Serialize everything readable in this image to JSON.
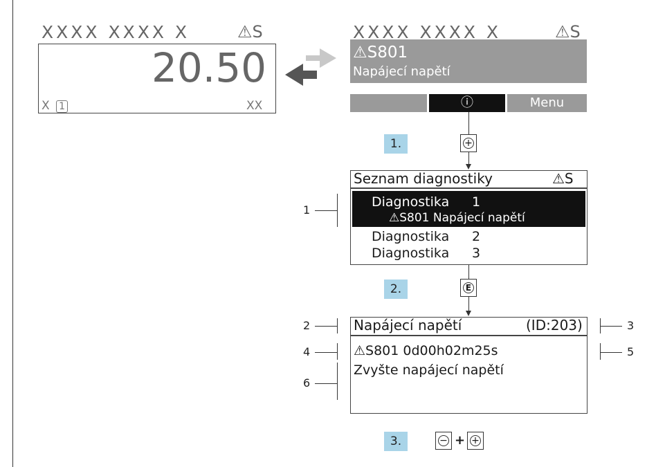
{
  "display_main": {
    "header_mask": "XXXX XXXX X",
    "status": "⚠S",
    "value": "20.50",
    "footer_left": "X",
    "footer_channel": "1",
    "footer_right": "XX"
  },
  "display_alarm": {
    "header_mask": "XXXX XXXX X",
    "status": "⚠S",
    "code": "⚠S801",
    "message": "Napájecí napětí",
    "info_icon": "ⓘ",
    "menu_label": "Menu"
  },
  "steps": {
    "s1": "1.",
    "s2": "2.",
    "s3": "3."
  },
  "keys": {
    "plus": "+",
    "enter": "E",
    "minus": "−",
    "combo_plus": "+"
  },
  "diag_list": {
    "title": "Seznam diagnostiky",
    "status": "⚠S",
    "item1_label": "Diagnostika",
    "item1_num": "1",
    "item1_detail": "⚠S801 Napájecí napětí",
    "item2_label": "Diagnostika",
    "item2_num": "2",
    "item3_label": "Diagnostika",
    "item3_num": "3"
  },
  "detail": {
    "title": "Napájecí napětí",
    "id": "(ID:203)",
    "code_time": "⚠S801   0d00h02m25s",
    "remedy": "Zvyšte napájecí napětí"
  },
  "callouts": {
    "c1": "1",
    "c2": "2",
    "c3": "3",
    "c4": "4",
    "c5": "5",
    "c6": "6"
  },
  "colors": {
    "step_badge": "#a9d4e8",
    "display_grey": "#9a9a9a",
    "selection": "#111111"
  }
}
